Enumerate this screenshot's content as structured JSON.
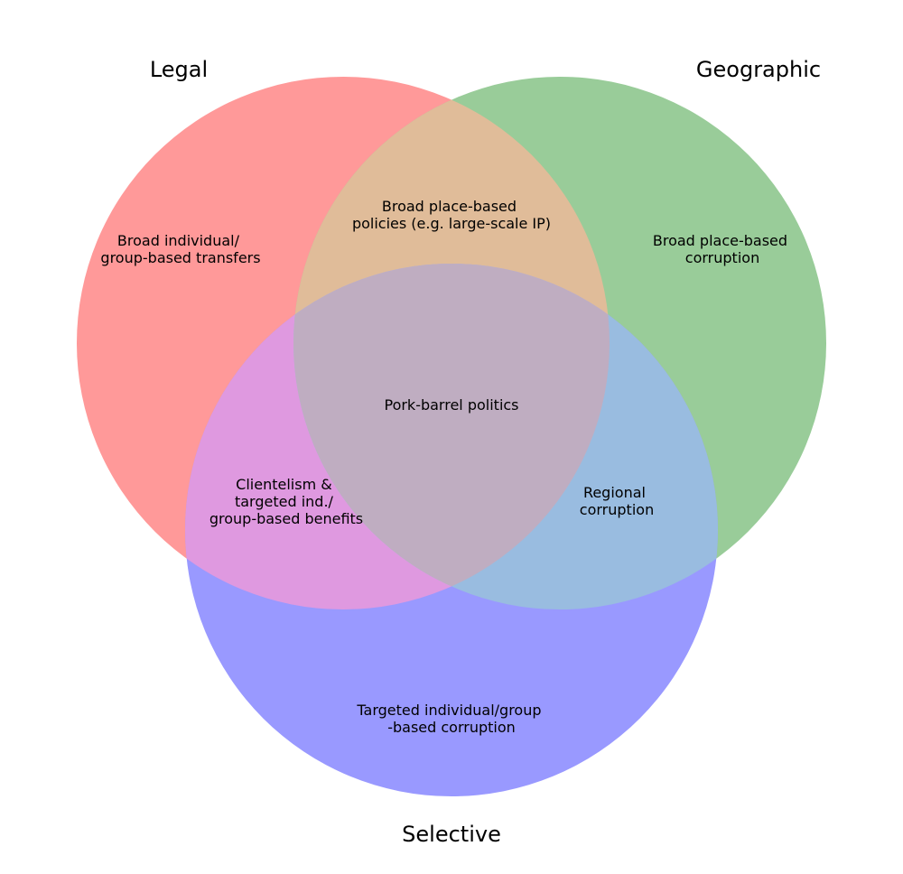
{
  "sets": {
    "legal": {
      "label": "Legal",
      "color": "#ff9999"
    },
    "geographic": {
      "label": "Geographic",
      "color": "#99cc99"
    },
    "selective": {
      "label": "Selective",
      "color": "#9999ff"
    }
  },
  "overlap_colors": {
    "legal_geographic": "#e0bc99",
    "legal_selective": "#df99e0",
    "geographic_selective": "#99bce0",
    "all": "#bfadc1"
  },
  "regions": {
    "legal_only": [
      "Broad individual/",
      "group-based transfers"
    ],
    "geographic_only": [
      "Broad place-based",
      "corruption"
    ],
    "selective_only": [
      "Targeted individual/group",
      "-based corruption"
    ],
    "legal_geographic": [
      "Broad place-based",
      "policies (e.g. large-scale IP)"
    ],
    "legal_selective": [
      "Clientelism &",
      "targeted ind./",
      "group-based benefits"
    ],
    "geographic_selective": [
      "Regional",
      "corruption"
    ],
    "all": [
      "Pork-barrel politics"
    ]
  }
}
